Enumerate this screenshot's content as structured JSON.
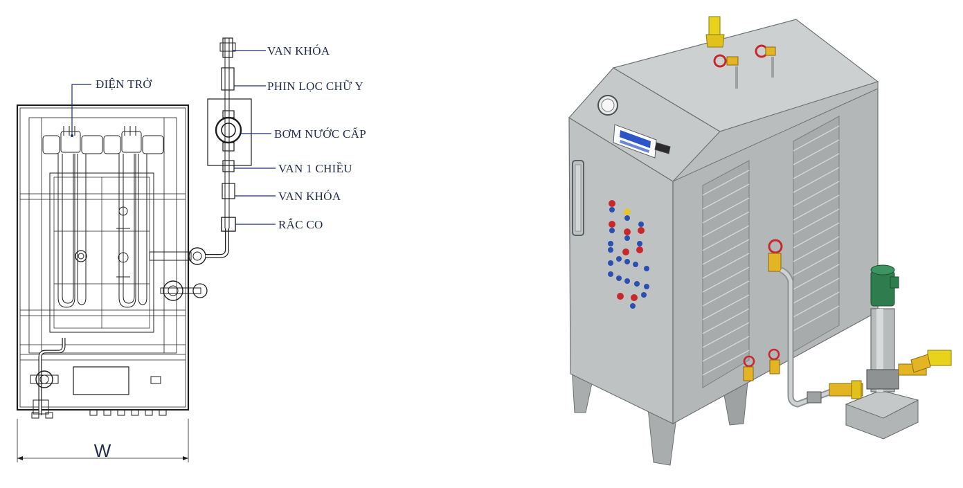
{
  "labels": {
    "heater": "ĐIỆN TRỞ",
    "valve_top": "VAN KHÓA",
    "y_filter": "PHIN LỌC CHỮ Y",
    "feed_pump": "BƠM NƯỚC CẤP",
    "check_valve": "VAN 1 CHIỀU",
    "valve_bottom": "VAN KHÓA",
    "union": "RẮC CO"
  },
  "dimension": {
    "width": "W"
  },
  "colors": {
    "line": "#1d1d1d",
    "leader": "#1f2b7a",
    "body_gray": "#b9bcbd",
    "body_dark": "#9ea2a3",
    "brass": "#e3b424",
    "valve_red": "#c8282c",
    "pump_green": "#2f7d4e",
    "pipe": "#c9ccce"
  }
}
